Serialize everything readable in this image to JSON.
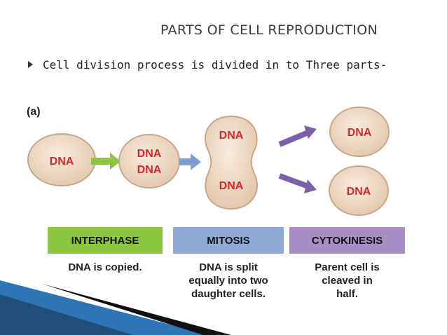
{
  "slide": {
    "title": "PARTS OF CELL REPRODUCTION",
    "bullet": "Cell division process is divided in to Three parts-"
  },
  "figure": {
    "label": "(a)",
    "dna_label": "DNA",
    "colors": {
      "cell_fill": "#efdcc8",
      "cell_stroke": "#c9a58a",
      "dna_text": "#d9262c",
      "arrow_green": "#8cc63f",
      "arrow_blue": "#7c9fcf",
      "arrow_purple": "#7b62a8"
    }
  },
  "phases": [
    {
      "name": "INTERPHASE",
      "color": "#8cc63f",
      "description": [
        "DNA is copied."
      ]
    },
    {
      "name": "MITOSIS",
      "color": "#8fa9d6",
      "description": [
        "DNA is split",
        "equally into two",
        "daughter cells."
      ]
    },
    {
      "name": "CYTOKINESIS",
      "color": "#a78fc6",
      "description": [
        "Parent cell is",
        "cleaved in",
        "half."
      ]
    }
  ]
}
